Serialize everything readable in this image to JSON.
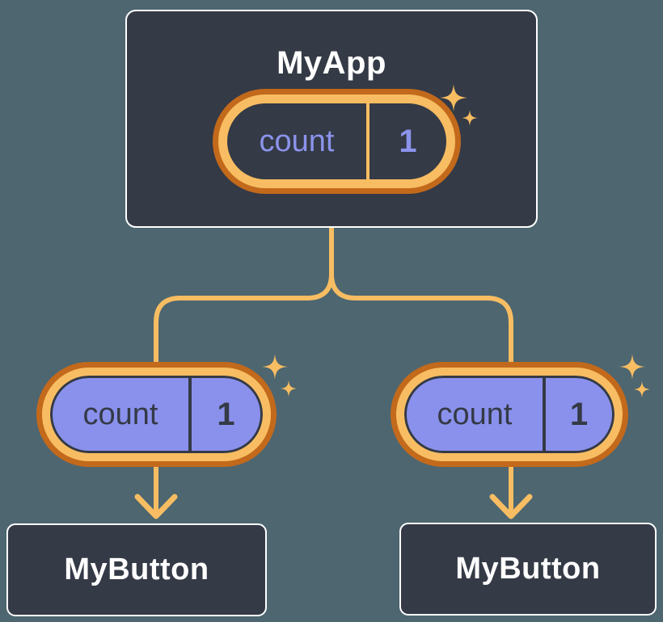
{
  "diagram": {
    "description": "React component tree sharing state: parent passes count state down to two child buttons",
    "root": {
      "title": "MyApp",
      "state": {
        "label": "count",
        "value": "1"
      }
    },
    "children": [
      {
        "title": "MyButton",
        "state": {
          "label": "count",
          "value": "1"
        }
      },
      {
        "title": "MyButton",
        "state": {
          "label": "count",
          "value": "1"
        }
      }
    ],
    "icons": [
      "sparkle-icon",
      "arrow-down-icon"
    ]
  },
  "colors": {
    "background": "#4D6670",
    "node-fill": "#343A46",
    "node-border": "#FFFFFF",
    "node-text": "#FFFFFF",
    "ring-outer": "#C2691C",
    "ring-inner": "#F8BD62",
    "connector": "#F8BD62",
    "state-purple": "#8B93EC",
    "state-fill": "#8A91EC",
    "state-dark": "#343A46"
  }
}
